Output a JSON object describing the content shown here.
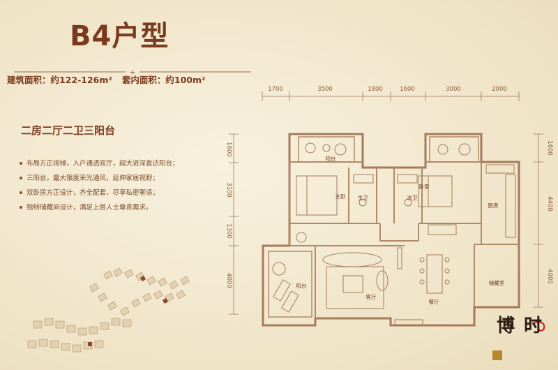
{
  "title": "B4户型",
  "area": {
    "building_label": "建筑面积：约122-126",
    "building_unit": "m²",
    "inner_label": "套内面积：约100",
    "inner_unit": "m²"
  },
  "subtitle": "二房二厅二卫三阳台",
  "features": [
    "布局方正阔绰，入户通透双厅，超大进深直达阳台；",
    "三阳台，最大限度采光通风，延伸家居视野；",
    "双卧房方正设计，齐全配套，尽享私密奢适；",
    "独特储藏间设计，满足上层人士尊贵需求。"
  ],
  "dimensions": {
    "top": [
      "1700",
      "3500",
      "1800",
      "1600",
      "3000",
      "2000"
    ],
    "left": [
      "1600",
      "3100",
      "1300",
      "4000"
    ],
    "right": [
      "1600",
      "4400",
      "4000"
    ]
  },
  "rooms": {
    "balcony": "阳台",
    "master_bedroom": "主卧",
    "master_bath": "主卫",
    "second_bath": "次卫",
    "bedroom": "卧室",
    "kitchen": "厨房",
    "dining": "餐厅",
    "living": "客厅",
    "storage": "储藏室"
  },
  "logo": {
    "text": "博 时"
  },
  "colors": {
    "background": "#f3ead2",
    "brand_brown": "#7a3a1e",
    "wall": "#a47a5a"
  }
}
